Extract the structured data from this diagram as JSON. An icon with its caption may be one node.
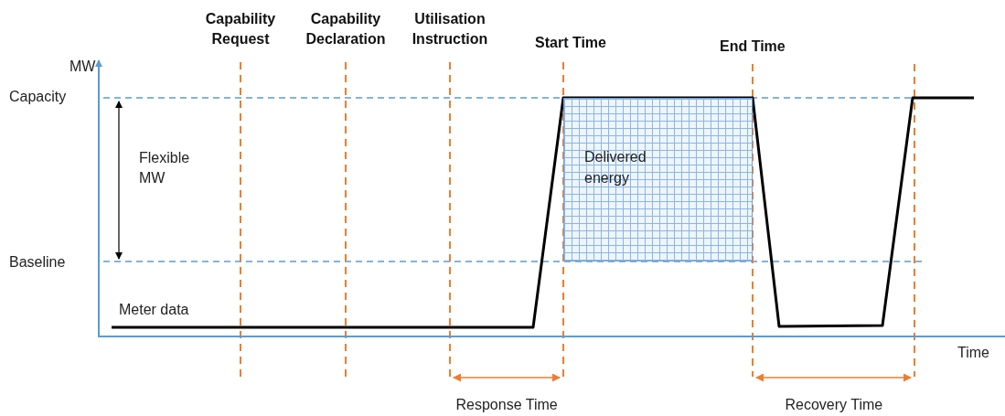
{
  "diagram": {
    "nodes": [
      {
        "text": [
          "Delivered energy"
        ]
      }
    ],
    "labels": [
      "Capability Request",
      "Capability Declaration",
      "Utilisation Instruction",
      "Start Time",
      "End Time",
      "MW",
      "Capacity",
      "Flexible MW",
      "Baseline",
      "Meter data",
      "Time",
      "Response Time",
      "Recovery Time"
    ]
  }
}
